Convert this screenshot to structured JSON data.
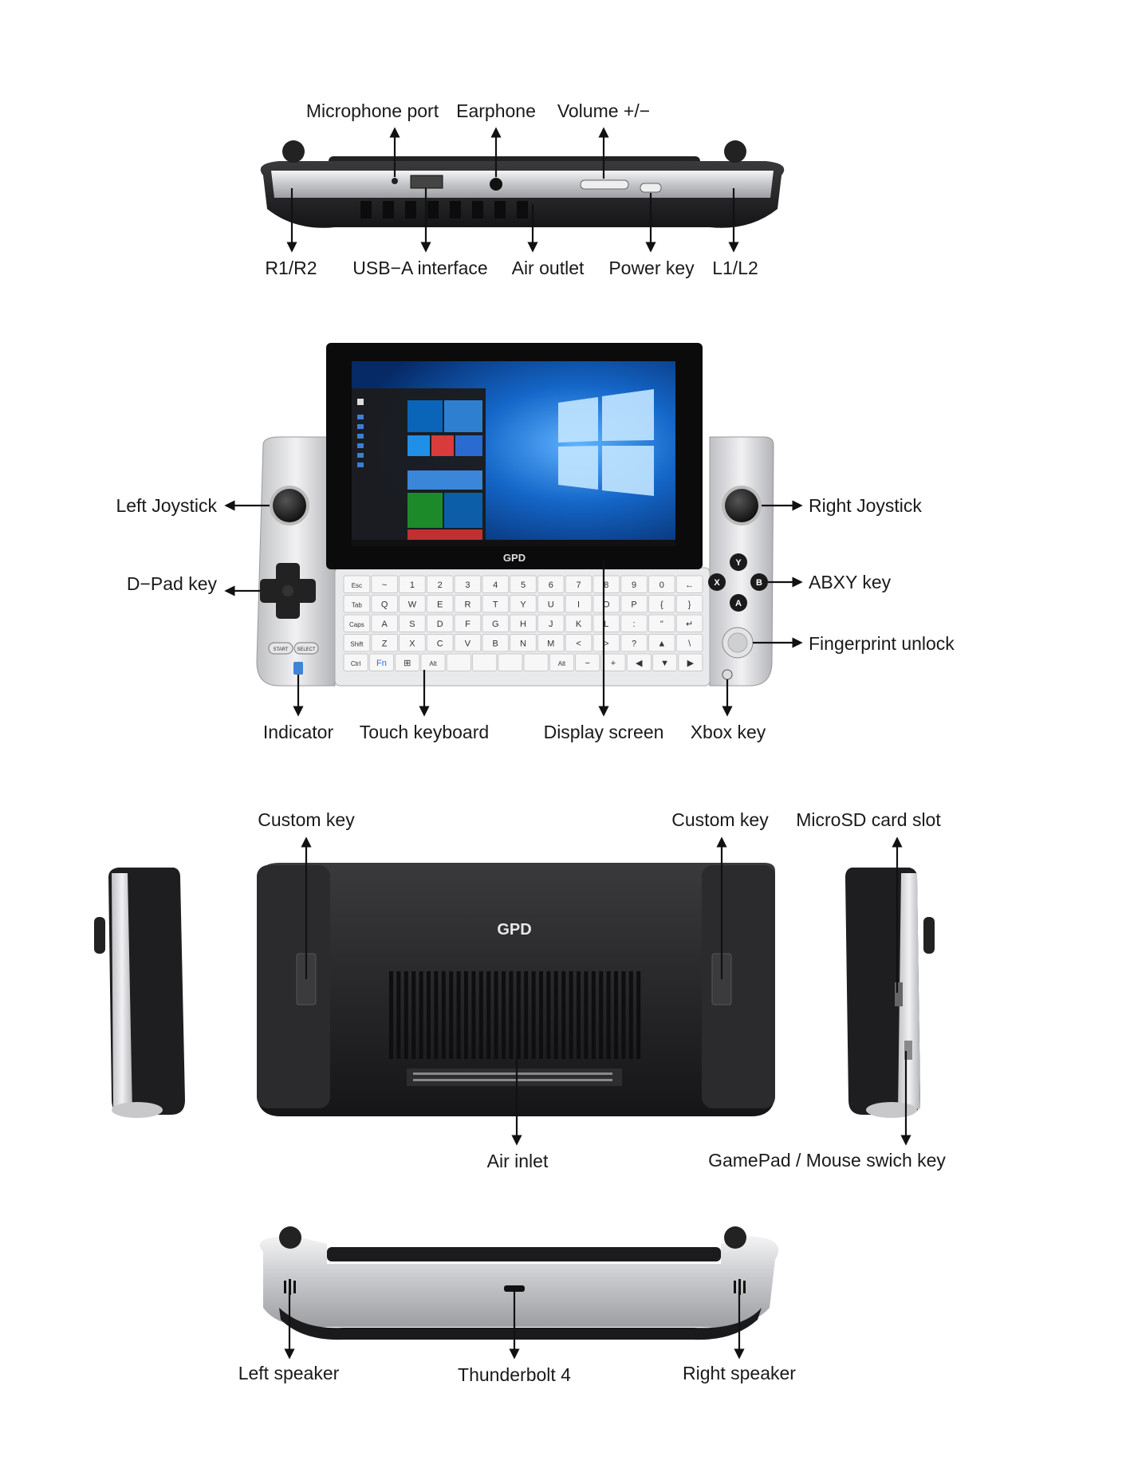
{
  "views": {
    "top": {
      "labels": {
        "microphone_port": "Microphone port",
        "earphone": "Earphone",
        "volume": "Volume +/−",
        "r1r2": "R1/R2",
        "usb_a": "USB−A interface",
        "air_outlet": "Air outlet",
        "power_key": "Power key",
        "l1l2": "L1/L2"
      }
    },
    "front": {
      "brand": "GPD",
      "labels": {
        "left_joystick": "Left Joystick",
        "right_joystick": "Right Joystick",
        "dpad_key": "D−Pad key",
        "abxy_key": "ABXY key",
        "fingerprint_unlock": "Fingerprint unlock",
        "indicator": "Indicator",
        "touch_keyboard": "Touch keyboard",
        "display_screen": "Display screen",
        "xbox_key": "Xbox key"
      },
      "buttons": {
        "start": "START",
        "select": "SELECT",
        "y": "Y",
        "x": "X",
        "b": "B",
        "a": "A"
      },
      "keyboard_rows": [
        [
          "Esc",
          "~",
          "1",
          "2",
          "3",
          "4",
          "5",
          "6",
          "7",
          "8",
          "9",
          "0",
          "←"
        ],
        [
          "Tab",
          "Q",
          "W",
          "E",
          "R",
          "T",
          "Y",
          "U",
          "I",
          "O",
          "P",
          "{",
          "}"
        ],
        [
          "Caps",
          "A",
          "S",
          "D",
          "F",
          "G",
          "H",
          "J",
          "K",
          "L",
          ":",
          "\"",
          "↵"
        ],
        [
          "Shift",
          "Z",
          "X",
          "C",
          "V",
          "B",
          "N",
          "M",
          "<",
          ">",
          "?",
          "▲",
          "\\"
        ],
        [
          "Ctrl",
          "Fn",
          "⊞",
          "Alt",
          "",
          "",
          "",
          "",
          "Alt",
          "−",
          "+",
          "◀",
          "▼",
          "▶"
        ]
      ]
    },
    "back": {
      "brand": "GPD",
      "labels": {
        "custom_key_left": "Custom key",
        "custom_key_right": "Custom key",
        "microsd_slot": "MicroSD card slot",
        "air_inlet": "Air inlet",
        "gamepad_mouse_switch": "GamePad / Mouse swich key"
      }
    },
    "bottom": {
      "labels": {
        "left_speaker": "Left speaker",
        "thunderbolt": "Thunderbolt 4",
        "right_speaker": "Right speaker"
      }
    }
  },
  "colors": {
    "body_dark": "#1e1e20",
    "body_silver": "#d8d9dc",
    "screen_blue": "#0a4fa8",
    "text": "#1a1a1a"
  }
}
